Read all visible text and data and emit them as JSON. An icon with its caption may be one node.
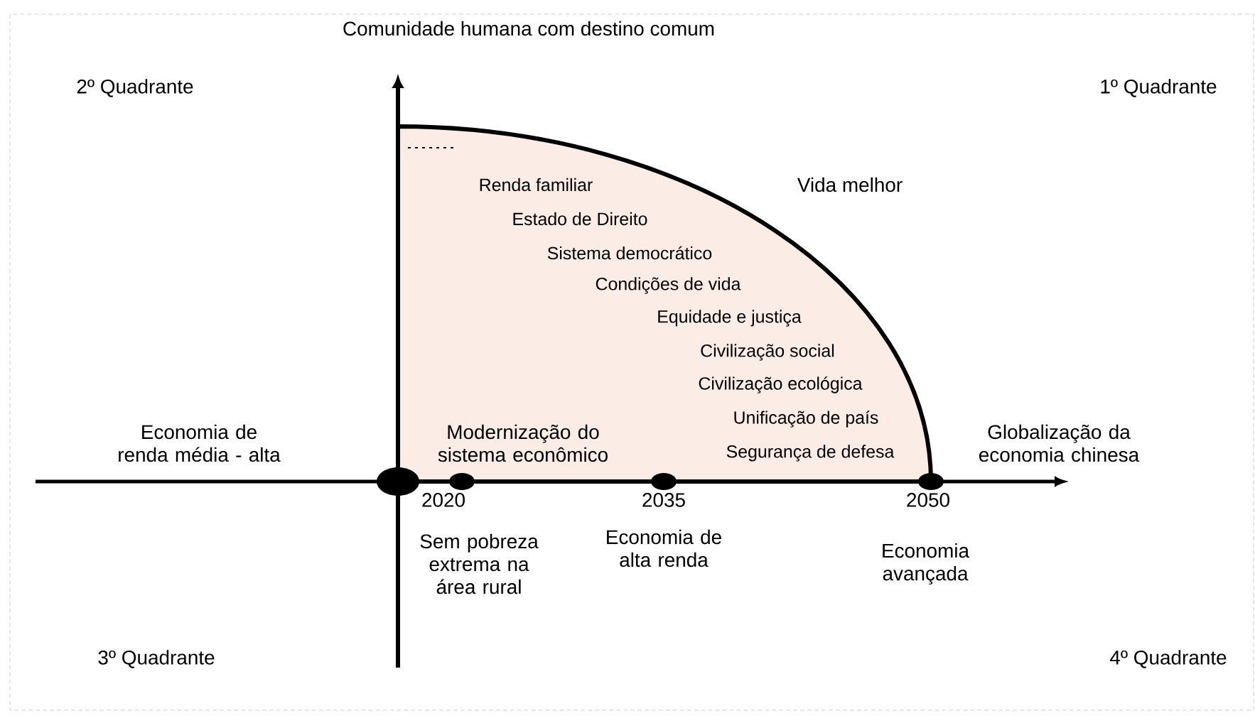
{
  "diagram": {
    "title": "Comunidade humana com destino comum",
    "labels": [
      "2º Quadrante",
      "1º Quadrante",
      "Renda familiar",
      "Vida melhor",
      "Estado de Direito",
      "Sistema democrático",
      "Condições de vida",
      "Equidade e justiça",
      "Civilização social",
      "Civilização ecológica",
      "Unificação de país",
      "Segurança de defesa",
      "Economia de renda média - alta",
      "Modernização do sistema econômico",
      "Globalização da economia chinesa",
      "2020",
      "2035",
      "2050",
      "Sem pobreza extrema na área rural",
      "Economia de alta renda",
      "Economia avançada",
      "3º Quadrante",
      "4º Quadrante"
    ]
  }
}
